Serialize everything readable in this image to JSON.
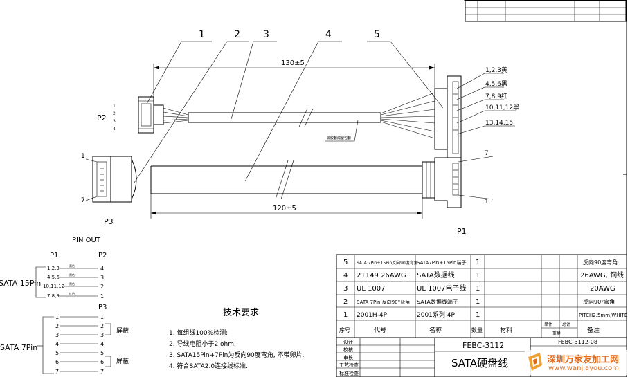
{
  "callouts": [
    "1",
    "2",
    "3",
    "4",
    "5"
  ],
  "dims": {
    "top": "130±5",
    "bottom": "120±5"
  },
  "labels": {
    "p1": "P1",
    "p2": "P2",
    "p3": "P3",
    "p2_pins": [
      "1",
      "2",
      "3",
      "4"
    ],
    "p3_pin1": "1",
    "p3_pin7": "7",
    "p1_group": [
      "1,2,3黄",
      "4,5,6黑",
      "7,8,9红",
      "10,11,12黑",
      "13,14,15"
    ],
    "p1_pin7": "7",
    "p1_pin1": "1",
    "wire_note": "黑胶套成型包套"
  },
  "pinout": {
    "title": "PIN OUT",
    "col_p1": "P1",
    "col_p2": "P2",
    "sata15": "SATA 15Pin",
    "rows15": [
      {
        "p1": "1,2,3",
        "color": "黄色",
        "p2": "4"
      },
      {
        "p1": "4,5,6",
        "color": "黑色",
        "p2": "3"
      },
      {
        "p1": "10,11,12",
        "color": "黑色",
        "p2": "2"
      },
      {
        "p1": "7,8,9",
        "color": "红色",
        "p2": "1"
      }
    ],
    "col_p3": "P3",
    "sata7": "SATA 7Pin",
    "left7": [
      "1",
      "2",
      "3",
      "4",
      "5",
      "6",
      "7"
    ],
    "right7": [
      "1",
      "2",
      "3",
      "4",
      "5",
      "6",
      "7"
    ],
    "shield": [
      "屏蔽",
      "屏蔽"
    ]
  },
  "tech": {
    "title": "技术要求",
    "items": [
      "1. 每组线100%检测;",
      "2. 导线电阻小于2 ohm;",
      "3. SATA15Pin+7Pin为反向90度弯角, 不带卵片.",
      "4. 符合SATA2.0连接线标准."
    ]
  },
  "bom": {
    "rows": [
      {
        "no": "5",
        "code": "SATA 7Pin+15Pin反向90度弯角",
        "name": "SATA7Pin+15Pin端子",
        "qty": "1",
        "note": "反向90度弯角"
      },
      {
        "no": "4",
        "code": "21149 26AWG",
        "name": "SATA数据线",
        "qty": "1",
        "note": "26AWG, 铜线"
      },
      {
        "no": "3",
        "code": "UL 1007",
        "name": "UL 1007电子线",
        "qty": "1",
        "note": "20AWG"
      },
      {
        "no": "2",
        "code": "SATA 7Pin 反向90°弯角",
        "name": "SATA数据线端子",
        "qty": "1",
        "note": "反向90°弯角"
      },
      {
        "no": "1",
        "code": "2001H-4P",
        "name": "2001系列 4P",
        "qty": "1",
        "note": "PITCH2.5mm,WHITE"
      }
    ],
    "header": {
      "no": "序号",
      "code": "代号",
      "name": "名称",
      "qty": "数量",
      "material": "材料",
      "unit_top": "单件",
      "total_top": "总计",
      "weight": "重量",
      "note": "备注"
    }
  },
  "title_block": {
    "roles": [
      "设计",
      "校核",
      "审核",
      "工艺检查",
      "标准检查"
    ],
    "drawing_no": "FEBC-3112",
    "part_name": "SATA硬盘线",
    "ref_no": "FEBC-3112-08"
  },
  "watermark": {
    "name": "深圳万家友加工网",
    "url": "www.wanjiayou.com"
  },
  "colors": {
    "line": "#000000",
    "watermark": "#e06a1a"
  }
}
